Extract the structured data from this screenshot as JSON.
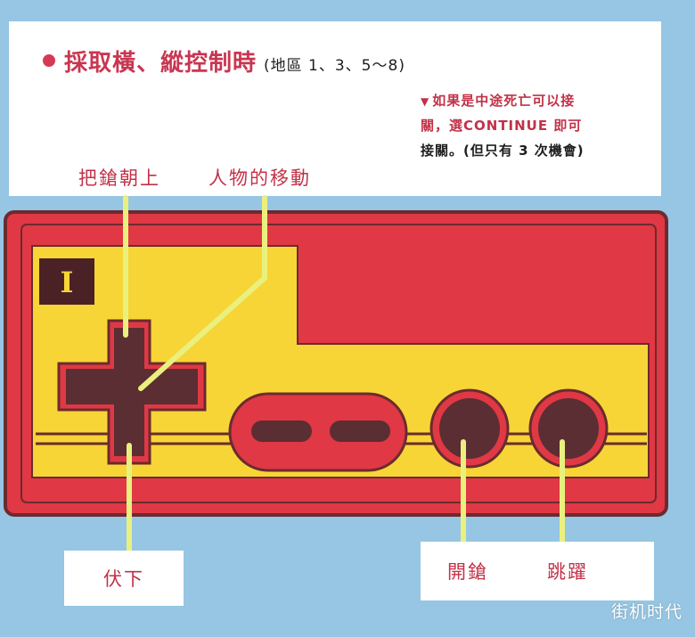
{
  "title": {
    "text": "採取橫、縱控制時",
    "maps": "(地區 1、3、5～8)"
  },
  "note": {
    "line1": "如果是中途死亡可以接",
    "line2": "關，選CONTINUE 即可",
    "line3": "接關。(但只有 3 次機會)"
  },
  "labels": {
    "up": "把鎗朝上",
    "move": "人物的移動",
    "down": "伏下",
    "start": "開鎗",
    "jump": "跳躍"
  },
  "controller": {
    "port_mark": "I"
  },
  "watermark": "街机时代",
  "colors": {
    "background": "#96c6e3",
    "panel": "#ffffff",
    "controller_red": "#e03844",
    "controller_yellow": "#f7d536",
    "button_dark": "#5a2e32",
    "accent_text": "#c23248",
    "pointer_line": "#eaf07e"
  }
}
